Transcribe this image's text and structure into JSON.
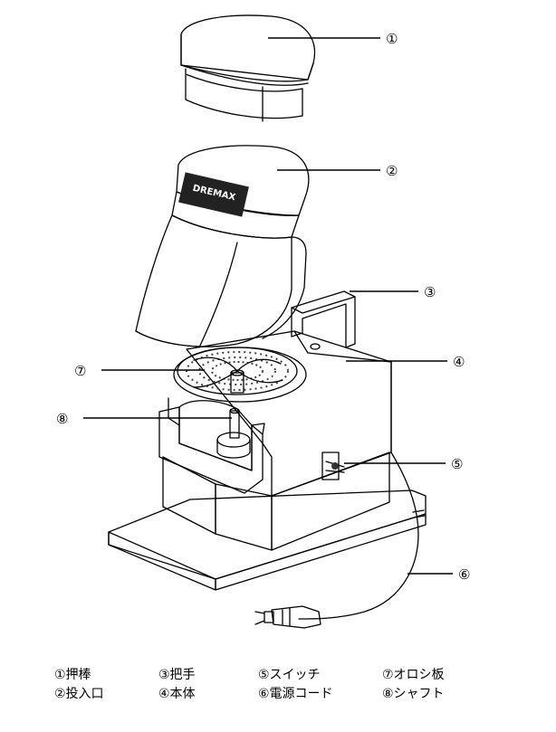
{
  "callouts": [
    "①",
    "②",
    "③",
    "④",
    "⑤",
    "⑥",
    "⑦",
    "⑧"
  ],
  "brand": "DREMAX",
  "legend": [
    {
      "label": "①押棒"
    },
    {
      "label": "②投入口"
    },
    {
      "label": "③把手"
    },
    {
      "label": "④本体"
    },
    {
      "label": "⑤スイッチ"
    },
    {
      "label": "⑥電源コード"
    },
    {
      "label": "⑦オロシ板"
    },
    {
      "label": "⑧シャフト"
    }
  ]
}
